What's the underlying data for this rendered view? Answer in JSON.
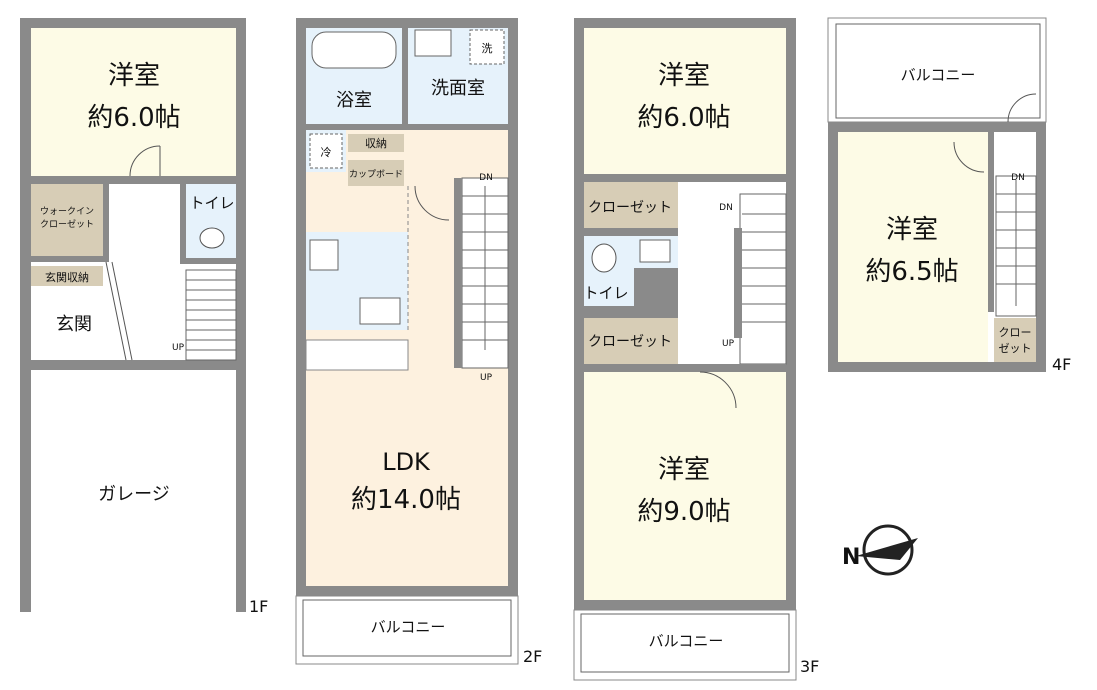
{
  "colors": {
    "western_room": "#fdfbe6",
    "ldk": "#fdf1df",
    "wet_area": "#e6f2fb",
    "storage": "#d7cdb6",
    "wall": "#8a8a8a",
    "white": "#ffffff"
  },
  "floors": {
    "f1": {
      "label": "1F",
      "western_room": {
        "name": "洋室",
        "size": "約6.0帖"
      },
      "walkin_closet": {
        "line1": "ウォークイン",
        "line2": "クローゼット"
      },
      "toilet": "トイレ",
      "entrance_storage": "玄関収納",
      "entrance": "玄関",
      "stair_up": "UP",
      "garage": "ガレージ"
    },
    "f2": {
      "label": "2F",
      "bath": "浴室",
      "washroom": "洗面室",
      "washer": "洗",
      "storage": "収納",
      "fridge": "冷",
      "cupboard": "カップボード",
      "stair_dn": "DN",
      "stair_up": "UP",
      "ldk": {
        "name": "LDK",
        "size": "約14.0帖"
      },
      "balcony": "バルコニー"
    },
    "f3": {
      "label": "3F",
      "room_top": {
        "name": "洋室",
        "size": "約6.0帖"
      },
      "closet_top": "クローゼット",
      "toilet": "トイレ",
      "closet_bottom": "クローゼット",
      "stair_dn": "DN",
      "stair_up": "UP",
      "room_bottom": {
        "name": "洋室",
        "size": "約9.0帖"
      },
      "balcony": "バルコニー"
    },
    "f4": {
      "label": "4F",
      "balcony": "バルコニー",
      "western_room": {
        "name": "洋室",
        "size": "約6.5帖"
      },
      "stair_dn": "DN",
      "closet": {
        "line1": "クロー",
        "line2": "ゼット"
      }
    }
  },
  "compass": {
    "north_label": "N"
  }
}
